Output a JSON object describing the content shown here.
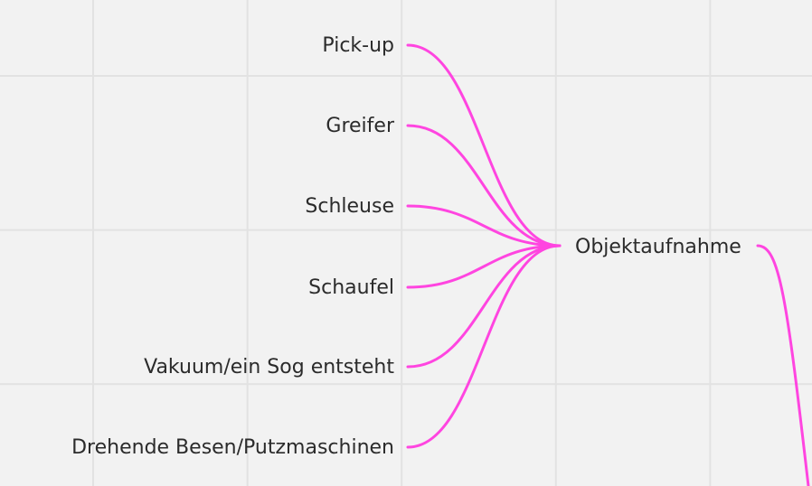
{
  "mindmap": {
    "center": {
      "label": "Objektaufnahme"
    },
    "branches": [
      {
        "label": "Pick-up"
      },
      {
        "label": "Greifer"
      },
      {
        "label": "Schleuse"
      },
      {
        "label": "Schaufel"
      },
      {
        "label": "Vakuum/ein Sog entsteht"
      },
      {
        "label": "Drehende Besen/Putzmaschinen"
      }
    ],
    "connector_color": "#ff45e0",
    "grid_color": "#e2e2e2",
    "background_color": "#f2f2f2"
  }
}
